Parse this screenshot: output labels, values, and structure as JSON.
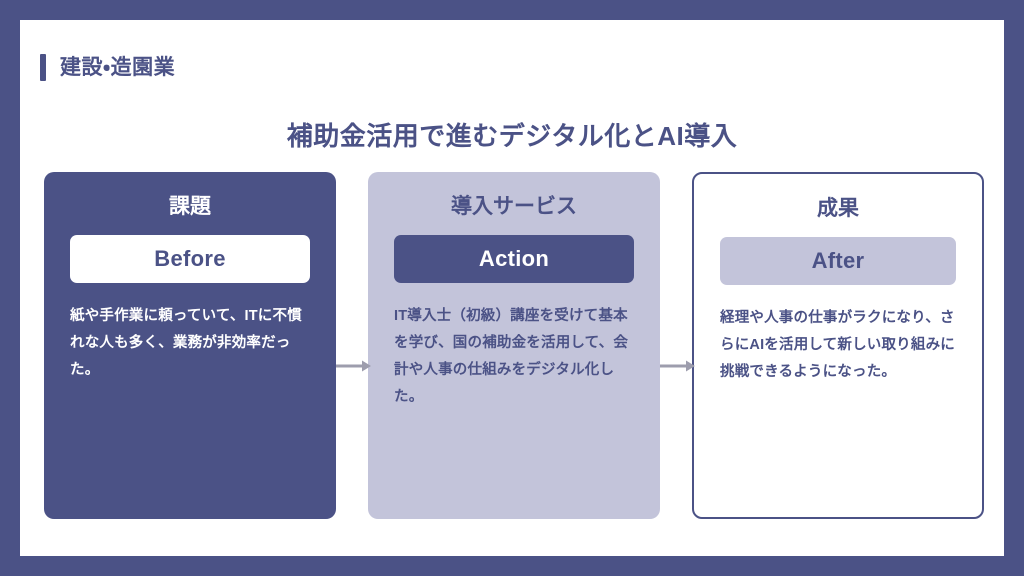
{
  "frame": {
    "border_color": "#4b5286",
    "canvas_color": "#ffffff"
  },
  "header": {
    "accent_color": "#4b5286",
    "title": "建設・造園業"
  },
  "main": {
    "title": "補助金活用で進むデジタル化とAI導入",
    "cards": [
      {
        "heading": "課題",
        "pill": "Before",
        "body": "紙や手作業に頼っていて、ITに不慣れな人も多く、業務が非効率だった。",
        "bg_color": "#4b5286",
        "text_color": "#ffffff",
        "pill_bg": "#ffffff",
        "pill_text": "#4b5286"
      },
      {
        "heading": "導入サービス",
        "pill": "Action",
        "body": "IT導入士（初級）講座を受けて基本を学び、国の補助金を活用して、会計や人事の仕組みをデジタル化した。",
        "bg_color": "#c3c4da",
        "text_color": "#4b5286",
        "pill_bg": "#4b5286",
        "pill_text": "#ffffff"
      },
      {
        "heading": "成果",
        "pill": "After",
        "body": "経理や人事の仕事がラクになり、さらにAIを活用して新しい取り組みに挑戦できるようになった。",
        "bg_color": "#ffffff",
        "text_color": "#4b5286",
        "pill_bg": "#c3c4da",
        "pill_text": "#4b5286"
      }
    ],
    "arrows": [
      {
        "name": "arrow-challenge-to-service",
        "color": "#9d9dad"
      },
      {
        "name": "arrow-service-to-result",
        "color": "#9d9dad"
      }
    ]
  }
}
